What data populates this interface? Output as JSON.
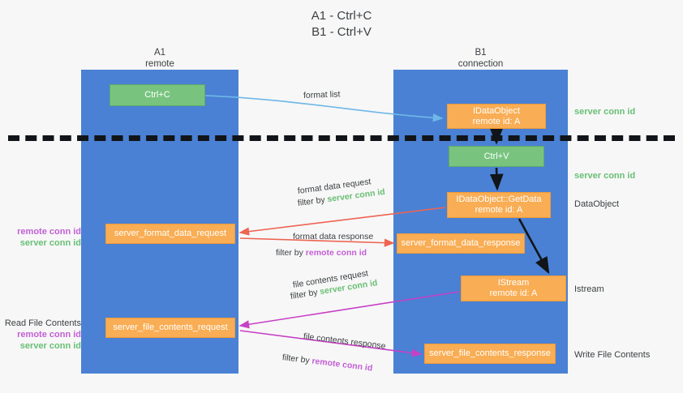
{
  "title": {
    "line1": "A1 - Ctrl+C",
    "line2": "B1 - Ctrl+V"
  },
  "lanes": [
    {
      "name": "A1",
      "sub": "remote",
      "color": "#4a81d4"
    },
    {
      "name": "B1",
      "sub": "connection",
      "color": "#4a81d4"
    }
  ],
  "colors": {
    "lane": "#4a81d4",
    "green_box": "#78c47f",
    "orange_box": "#f9ad54",
    "server_conn_id": "#68bf74",
    "remote_conn_id": "#c25fd4",
    "format_list_arrow": "#6fb7e8",
    "format_data_arrow": "#ee6352",
    "file_contents_arrow": "#c640c6",
    "black_arrow": "#111418",
    "divider": "#111418",
    "background": "#f7f7f7",
    "text": "#3c4043"
  },
  "boxes": {
    "ctrl_c": {
      "label": "Ctrl+C",
      "style": "green"
    },
    "idataobject": {
      "line1": "IDataObject",
      "line2": "remote id: A",
      "style": "orange"
    },
    "ctrl_v": {
      "label": "Ctrl+V",
      "style": "green"
    },
    "getdata": {
      "line1": "IDataObject::GetData",
      "line2": "remote id: A",
      "style": "orange"
    },
    "server_format_data_request": {
      "label": "server_format_data_request",
      "style": "orange"
    },
    "server_format_data_response": {
      "label": "server_format_data_response",
      "style": "orange"
    },
    "istream": {
      "line1": "IStream",
      "line2": "remote id: A",
      "style": "orange"
    },
    "server_file_contents_request": {
      "label": "server_file_contents_request",
      "style": "orange"
    },
    "server_file_contents_response": {
      "label": "server_file_contents_response",
      "style": "orange"
    }
  },
  "annotations": {
    "server_conn_id_1": "server conn id",
    "server_conn_id_2": "server conn id",
    "dataobject": "DataObject",
    "istream": "Istream",
    "write_file_contents": "Write File Contents",
    "read_file_contents": "Read File Contents",
    "left_remote_conn_id_1": "remote conn id",
    "left_server_conn_id_1": "server conn id",
    "left_remote_conn_id_2": "remote conn id",
    "left_server_conn_id_2": "server conn id"
  },
  "arrow_captions": {
    "format_list": "format list",
    "format_data_request": "format data request",
    "format_data_request_filter_prefix": "filter by ",
    "format_data_request_filter_value": "server conn id",
    "format_data_response": "format data response",
    "format_data_response_filter_prefix": "filter by ",
    "format_data_response_filter_value": "remote conn id",
    "file_contents_request": "file contents request",
    "file_contents_request_filter_prefix": "filter by ",
    "file_contents_request_filter_value": "server conn id",
    "file_contents_response": "file contents response",
    "file_contents_response_filter_prefix": "filter by ",
    "file_contents_response_filter_value": "remote conn id"
  }
}
